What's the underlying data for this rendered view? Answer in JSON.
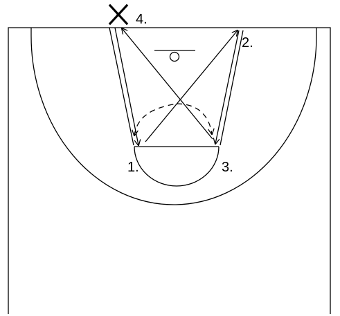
{
  "diagram": {
    "ink_color": "#000000",
    "background_color": "#ffffff",
    "positions": [
      {
        "id": "p1",
        "label": "1."
      },
      {
        "id": "p2",
        "label": "2."
      },
      {
        "id": "p3",
        "label": "3."
      },
      {
        "id": "p4",
        "label": "4."
      }
    ],
    "marker_icon": "x-mark"
  }
}
